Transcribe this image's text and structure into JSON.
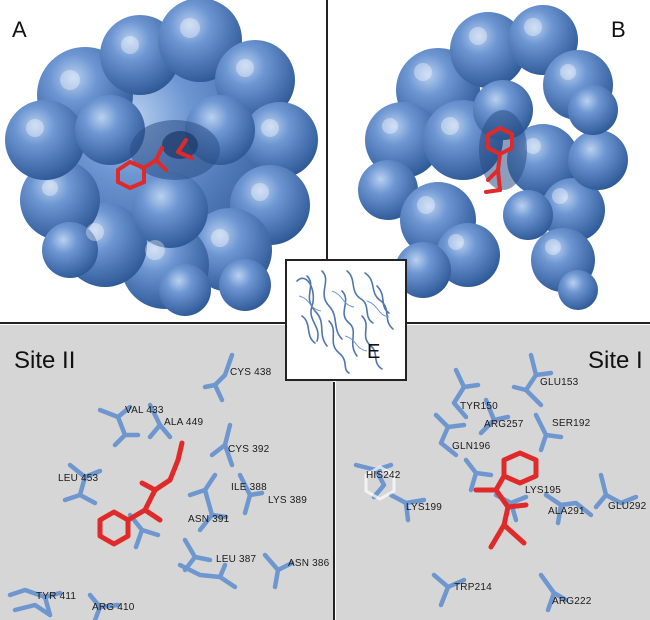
{
  "panels": {
    "a": {
      "letter": "A"
    },
    "b": {
      "letter": "B"
    },
    "e": {
      "letter": "E"
    },
    "site2": {
      "title": "Site II",
      "labels": [
        "CYS 438",
        "VAL 433",
        "ALA 449",
        "CYS 392",
        "LEU 453",
        "ILE 388",
        "LYS 389",
        "ASN 391",
        "LEU 387",
        "ASN 386",
        "TYR 411",
        "ARG 410"
      ]
    },
    "site1": {
      "title": "Site I",
      "labels": [
        "GLU153",
        "TYR150",
        "ARG257",
        "SER192",
        "GLN196",
        "HIS242",
        "LYS195",
        "LYS199",
        "GLU292",
        "ALA291",
        "TRP214",
        "ARG222"
      ]
    }
  },
  "colors": {
    "surface": "#5b86c4",
    "ligand": "#e02a2a",
    "stick": "#6f97cf",
    "site_bg": "#d6d6d6",
    "divider": "#222222"
  }
}
